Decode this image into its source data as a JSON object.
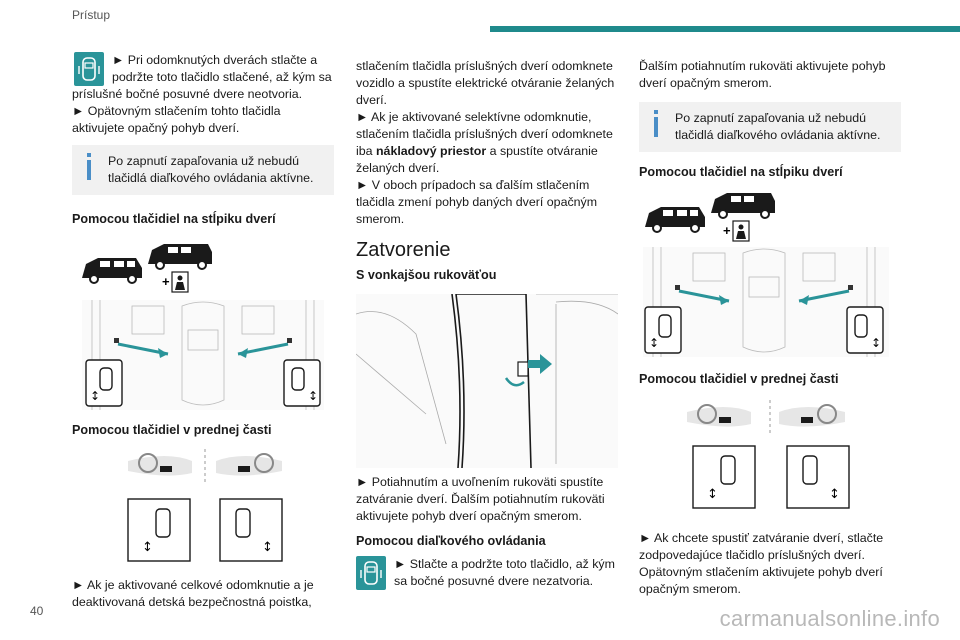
{
  "header": {
    "section": "Prístup",
    "accent_color": "#1f8a8c"
  },
  "page_number": "40",
  "watermark": "carmanualsonline.info",
  "col1": {
    "remote_line1": "► Pri odomknutých dverách stlačte a",
    "remote_line2": "podržte toto tlačidlo stlačené, až kým sa",
    "remote_line3": "príslušné bočné posuvné dvere neotvoria.",
    "repeat_text": "► Opätovným stlačením tohto tlačidla aktivujete opačný pohyb dverí.",
    "info_text": "Po zapnutí zapaľovania už nebudú tlačidlá diaľkového ovládania aktívne.",
    "pillar_heading": "Pomocou tlačidiel na stĺpiku dverí",
    "front_heading": "Pomocou tlačidiel v prednej časti",
    "bottom_text": "► Ak je aktivované celkové odomknutie a je deaktivovaná detská bezpečnostná poistka,"
  },
  "col2": {
    "cont_part1": "stlačením tlačidla príslušných dverí odomknete vozidlo a spustíte elektrické otváranie želaných dverí.",
    "selective_part1": "► Ak je aktivované selektívne odomknutie, stlačením tlačidla príslušných dverí odomknete iba ",
    "selective_bold": "nákladový priestor",
    "selective_part2": " a spustíte otváranie želaných dverí.",
    "both_cases": "► V oboch prípadoch sa ďalším stlačením tlačidla zmení pohyb daných dverí opačným smerom.",
    "close_heading": "Zatvorenie",
    "outside_heading": "S vonkajšou rukoväťou",
    "pull_text": "► Potiahnutím a uvoľnením rukoväti spustíte zatváranie dverí. Ďalším potiahnutím rukoväti aktivujete pohyb dverí opačným smerom.",
    "remote_heading": "Pomocou diaľkového ovládania",
    "remote_text": "► Stlačte a podržte toto tlačidlo, až kým sa bočné posuvné dvere nezatvoria."
  },
  "col3": {
    "handle_again": "Ďalším potiahnutím rukoväti aktivujete pohyb dverí opačným smerom.",
    "info_text": "Po zapnutí zapaľovania už nebudú tlačidlá diaľkového ovládania aktívne.",
    "pillar_heading": "Pomocou tlačidiel na stĺpiku dverí",
    "front_heading": "Pomocou tlačidiel v prednej časti",
    "close_text": "► Ak chcete spustiť zatváranie dverí, stlačte zodpovedajúce tlačidlo príslušných dverí. Opätovným stlačením aktivujete pohyb dverí opačným smerom."
  },
  "icons": {
    "door_button": "sliding-door-button-icon",
    "info": "info-icon",
    "child_lock": "child-lock-icon",
    "arrow": "arrow-icon"
  }
}
